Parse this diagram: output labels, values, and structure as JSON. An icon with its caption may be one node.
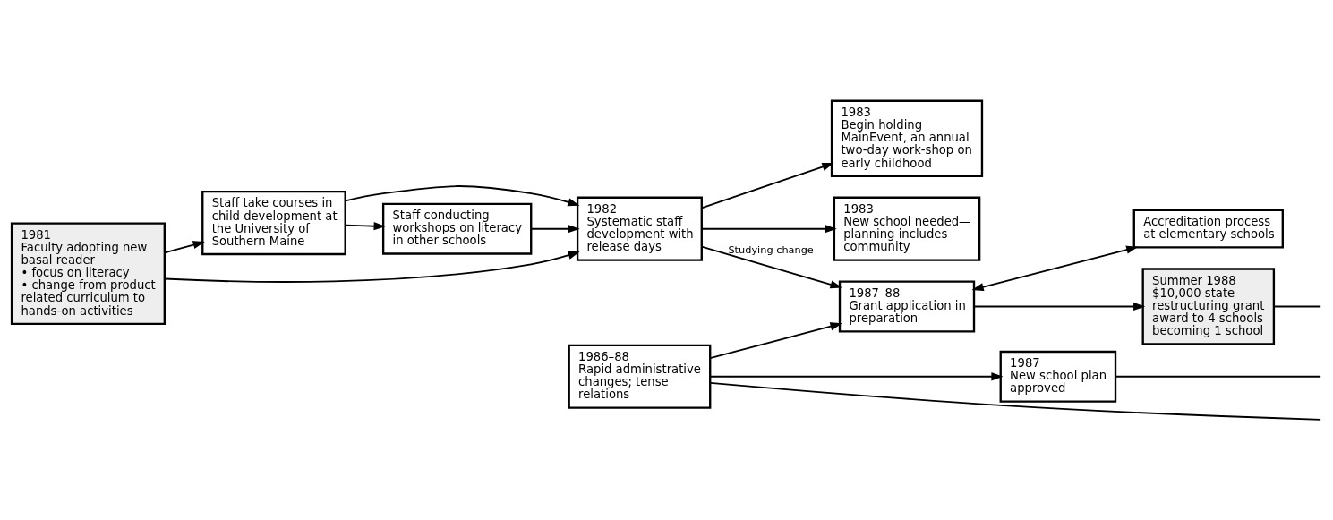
{
  "diagram": {
    "nodes": [
      {
        "text": [
          "1981",
          "Faculty adopting new basal reader",
          "• focus on literacy",
          "• change from product related curriculum to hands-on activities"
        ]
      },
      {
        "text": [
          "1983",
          "Begin holding MainEvent, an annual two-day work-shop on early childhood"
        ]
      },
      {
        "text": [
          "1983",
          "New school needed— planning includes community"
        ]
      },
      {
        "text": [
          "1987",
          "New school plan approved"
        ]
      },
      {
        "text": [
          "Staff take courses in child development at the University of Southern Maine"
        ]
      },
      {
        "text": [
          "1982",
          "Systematic staff development with release days"
        ]
      },
      {
        "text": [
          "1987–88",
          "Grant application in preparation"
        ]
      },
      {
        "text": [
          "1986–88",
          "Rapid administrative changes; tense relations"
        ]
      },
      {
        "text": [
          "Staff conducting workshops on literacy in other schools"
        ]
      },
      {
        "text": [
          "Accreditation process at elementary schools"
        ]
      },
      {
        "text": [
          "Summer 1988",
          "$10,000 state restructuring grant award to 4 schools becoming 1 school"
        ]
      }
    ],
    "edges": [
      {
        "from": 0,
        "to": 5,
        "arrow": "to"
      },
      {
        "from": 0,
        "to": 4,
        "arrow": "to"
      },
      {
        "from": 4,
        "to": 5,
        "arrow": "to"
      },
      {
        "from": 4,
        "to": 8,
        "arrow": "to"
      },
      {
        "from": 8,
        "to": 5,
        "arrow": "to"
      },
      {
        "from": 5,
        "to": 1,
        "arrow": "to"
      },
      {
        "from": 5,
        "to": 2,
        "arrow": "to"
      },
      {
        "from": 5,
        "to": 6,
        "arrow": "to",
        "label": "Studying change"
      },
      {
        "from": 7,
        "to": 6,
        "arrow": "to"
      },
      {
        "from": 7,
        "to": 3,
        "arrow": "to"
      },
      {
        "from": 6,
        "to": 9,
        "arrow": "both"
      },
      {
        "from": 6,
        "to": 10,
        "arrow": "to"
      },
      {
        "from": 3,
        "to": null,
        "arrow": "none"
      },
      {
        "from": 7,
        "to": null,
        "arrow": "none"
      },
      {
        "from": 10,
        "to": null,
        "arrow": "none"
      }
    ]
  }
}
